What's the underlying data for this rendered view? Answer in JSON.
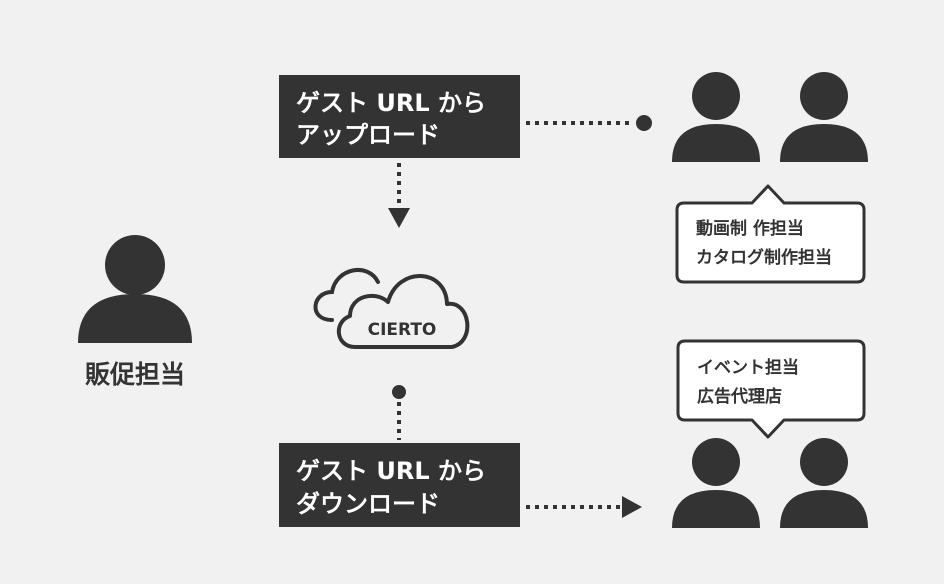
{
  "colors": {
    "background": "#f1f1f1",
    "ink": "#333333",
    "box_text": "#ffffff",
    "bubble_fill": "#ffffff"
  },
  "sales_person": {
    "icon": "person-icon",
    "label": "販促担当"
  },
  "upload_box": {
    "line1": "ゲスト URL から",
    "line2": "アップロード"
  },
  "download_box": {
    "line1": "ゲスト URL から",
    "line2": "ダウンロード"
  },
  "cloud": {
    "icon": "cloud-icon",
    "label": "CIERTO"
  },
  "upload_group": {
    "icons": [
      "person-icon",
      "person-icon"
    ],
    "bubble_line1": "動画制 作担当",
    "bubble_line2": "カタログ制作担当"
  },
  "download_group": {
    "icons": [
      "person-icon",
      "person-icon"
    ],
    "bubble_line1": "イベント担当",
    "bubble_line2": "広告代理店"
  }
}
